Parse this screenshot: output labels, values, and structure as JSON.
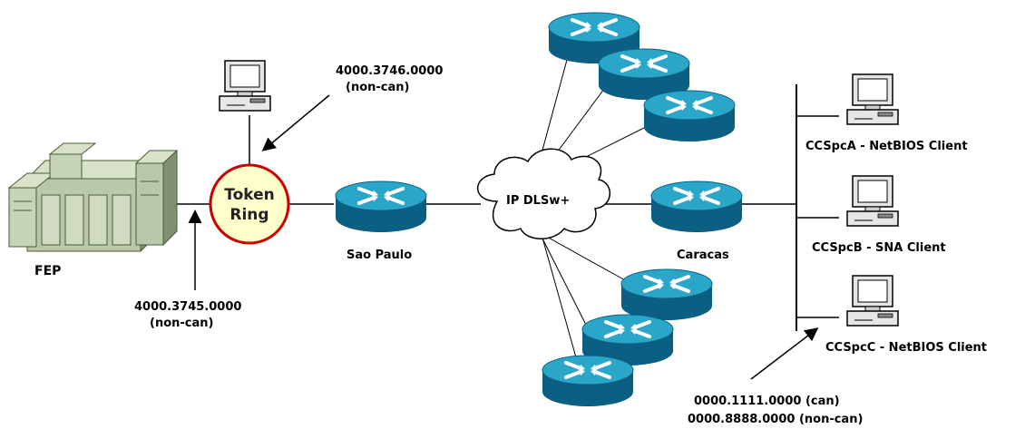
{
  "labels": {
    "fep": "FEP",
    "token_ring_line1": "Token",
    "token_ring_line2": "Ring",
    "tr_host_mac": "4000.3746.0000",
    "tr_host_mac_type": "(non-can)",
    "fep_mac": "4000.3745.0000",
    "fep_mac_type": "(non-can)",
    "router_sao_paulo": "Sao Paulo",
    "cloud": "IP DLSw+",
    "router_caracas": "Caracas",
    "client_a": "CCSpcA - NetBIOS Client",
    "client_b": "CCSpcB - SNA Client",
    "client_c": "CCSpcC - NetBIOS Client",
    "client_mac_can": "0000.1111.0000 (can)",
    "client_mac_noncan": "0000.8888.0000 (non-can)"
  },
  "icons": [
    "mainframe-fep-icon",
    "workstation-icon",
    "token-ring-icon",
    "router-icon",
    "ip-cloud-icon",
    "ethernet-bus-icon",
    "pc-icon"
  ],
  "colors": {
    "router_top": "#2aa6c8",
    "router_side": "#0b5f82",
    "token_ring_fill": "#ffffcc",
    "token_ring_stroke": "#cc0000",
    "fep_body": "#b9c8a8"
  }
}
